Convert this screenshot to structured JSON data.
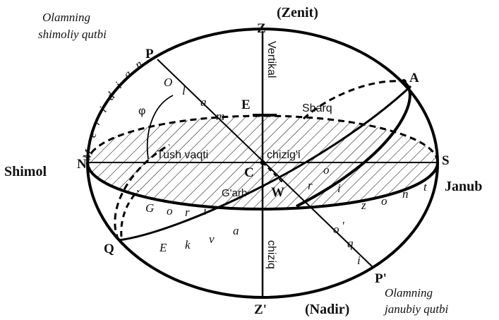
{
  "labels": {
    "pole_north_caption_1": "Olamning",
    "pole_north_caption_2": "shimoliy qutbi",
    "pole_south_caption_1": "Olamning",
    "pole_south_caption_2": "janubiy qutbi",
    "zenith_word": "(Zenit)",
    "nadir_word": "(Nadir)",
    "z": "Z",
    "z_prime": "Z'",
    "p": "P",
    "p_prime": "P'",
    "a": "A",
    "e": "E",
    "c": "C",
    "w": "W",
    "q": "Q",
    "n": "N",
    "s": "S",
    "shimol": "Shimol",
    "janub": "Janub",
    "vertikal": "Vertikal",
    "chizigi": "chizig'i",
    "chiziq": "chiziq",
    "sharq": "Sharq",
    "garb": "G'arb",
    "tush_vaqti": "Tush vaqti",
    "phi": "φ"
  },
  "meridian_letters": [
    "M",
    "e",
    "r",
    "i",
    "d",
    "i",
    "a",
    "n"
  ],
  "axis_letters": [
    "O",
    "l",
    "a",
    "m"
  ],
  "axis_lower_letters": [
    "o",
    "'",
    "q",
    "i"
  ],
  "horizon_letters": [
    "o",
    "r",
    "i",
    "z",
    "o",
    "n",
    "t"
  ],
  "equator_letters": [
    "E",
    "k",
    "v",
    "a"
  ],
  "equator_upper_letters": [
    "G",
    "o",
    "r",
    "i"
  ]
}
